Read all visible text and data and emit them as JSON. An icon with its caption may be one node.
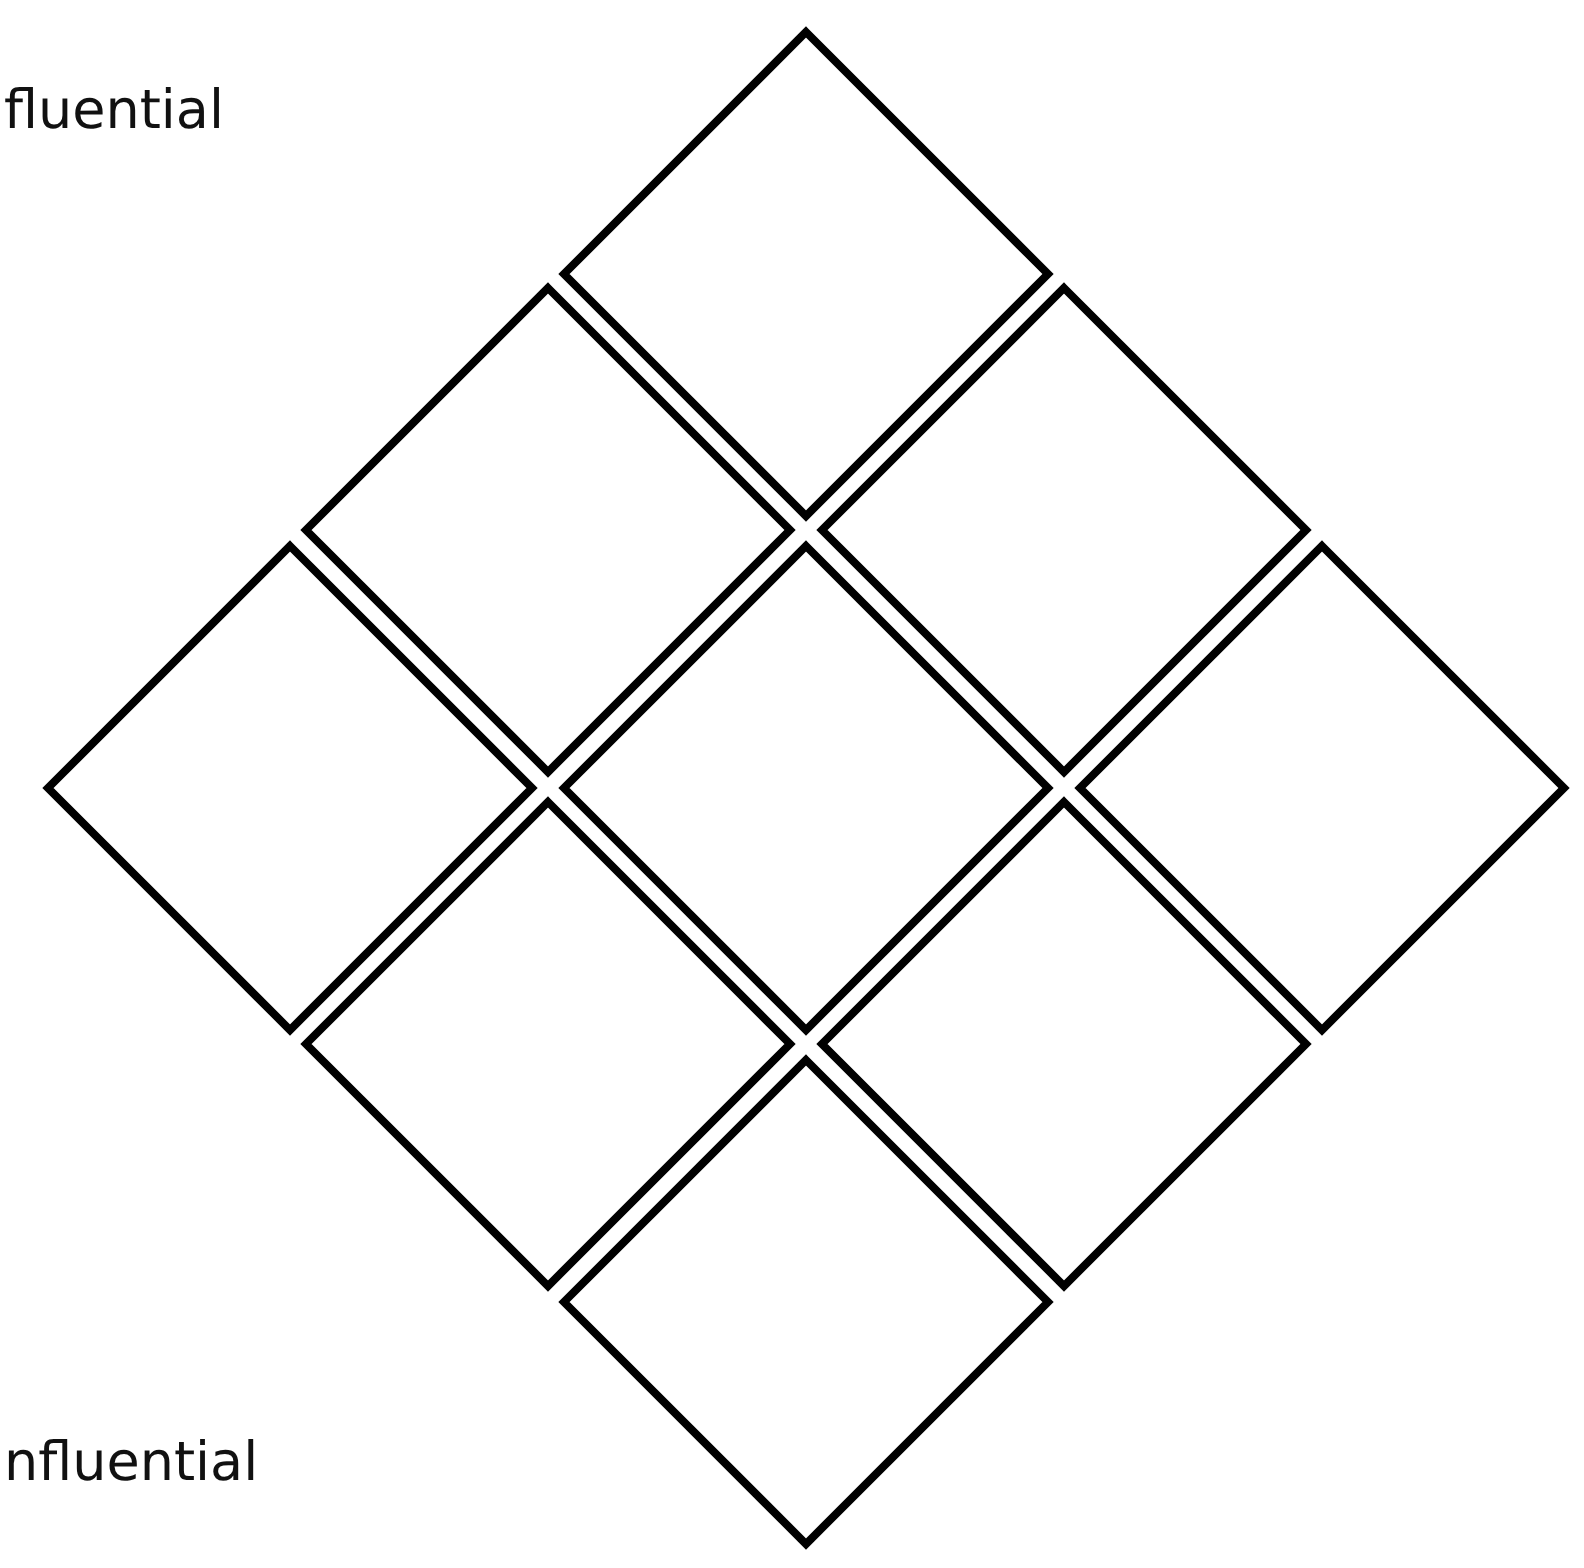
{
  "diagram": {
    "nodes": [
      {
        "text": [],
        "shape": "diamond"
      },
      {
        "text": [],
        "shape": "diamond"
      },
      {
        "text": [],
        "shape": "diamond"
      },
      {
        "text": [],
        "shape": "diamond"
      },
      {
        "text": [],
        "shape": "diamond"
      },
      {
        "text": [],
        "shape": "diamond"
      },
      {
        "text": [],
        "shape": "diamond"
      },
      {
        "text": [],
        "shape": "diamond"
      },
      {
        "text": [],
        "shape": "diamond"
      }
    ],
    "labels": [
      "fluential",
      "nfluential"
    ]
  }
}
